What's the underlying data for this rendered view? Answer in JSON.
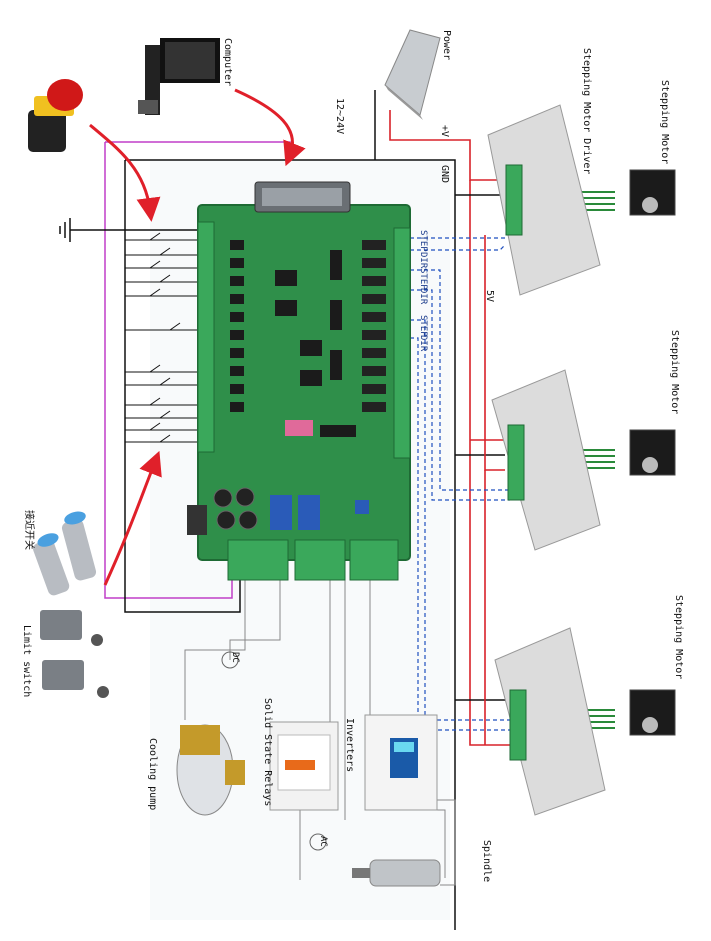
{
  "labels": {
    "computer": "Computer",
    "power": "Power",
    "voltage_range": "12~24V",
    "plus_v": "+V",
    "gnd": "GND",
    "five_v": "5V",
    "driver": "Stepping Motor Driver",
    "motor1": "Stepping Motor",
    "motor2": "Stepping Motor",
    "motor3": "Stepping Motor",
    "proximity": "接近开关",
    "limit_switch": "Limit switch",
    "cooling_pump": "Cooling pump",
    "ssr": "Solid State Relays",
    "inverters": "Inverters",
    "spindle": "Spindle",
    "dc": "DC",
    "ac": "AC"
  },
  "signals": [
    "STEP",
    "DIR",
    "STEP",
    "DIR",
    "STEP",
    "DIR"
  ],
  "colors": {
    "board_green": "#2f8f4a",
    "terminal_green": "#3aa85b",
    "wire_black": "#111111",
    "wire_red": "#d8222a",
    "wire_magenta": "#c03fc8",
    "wire_blue": "#1f4fbf",
    "arrow_red": "#e0202a",
    "driver_body": "#dcdcdc"
  }
}
